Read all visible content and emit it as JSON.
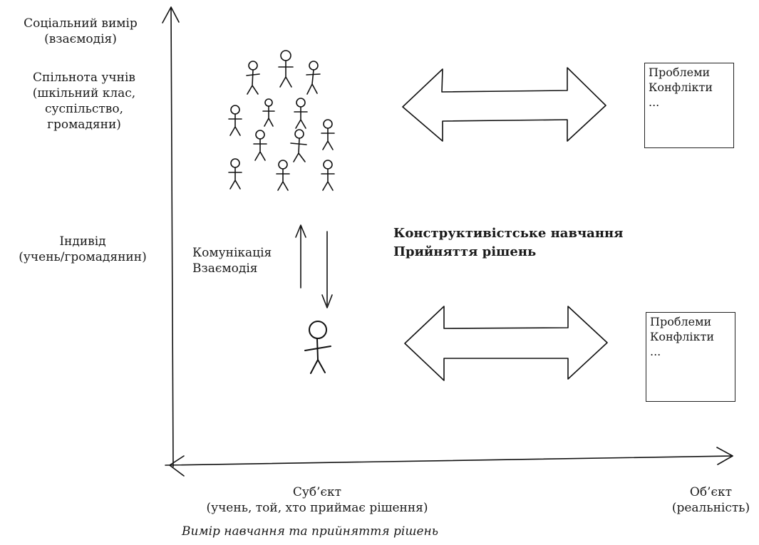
{
  "y_axis": {
    "top_label": [
      "Соціальний вимір",
      "(взаємодія)"
    ],
    "community_label": [
      "Спільнота учнів",
      "(шкільний клас,",
      "суспільство,",
      "громадяни)"
    ],
    "individual_label": [
      "Індивід",
      "(учень/громадянин)"
    ]
  },
  "x_axis": {
    "subject_label": [
      "Суб’єкт",
      "(учень, той, хто приймає рішення)"
    ],
    "object_label": [
      "Об’єкт",
      "(реальність)"
    ]
  },
  "communication_label": [
    "Комунікація",
    "Взаємодія"
  ],
  "center_label": [
    "Конструктивістське навчання",
    "Прийняття рішень"
  ],
  "top_box": [
    "Проблеми",
    "Конфлікти",
    "..."
  ],
  "bottom_box": [
    "Проблеми",
    "Конфлікти",
    "..."
  ],
  "caption": "Вимір навчання та прийняття рішень"
}
